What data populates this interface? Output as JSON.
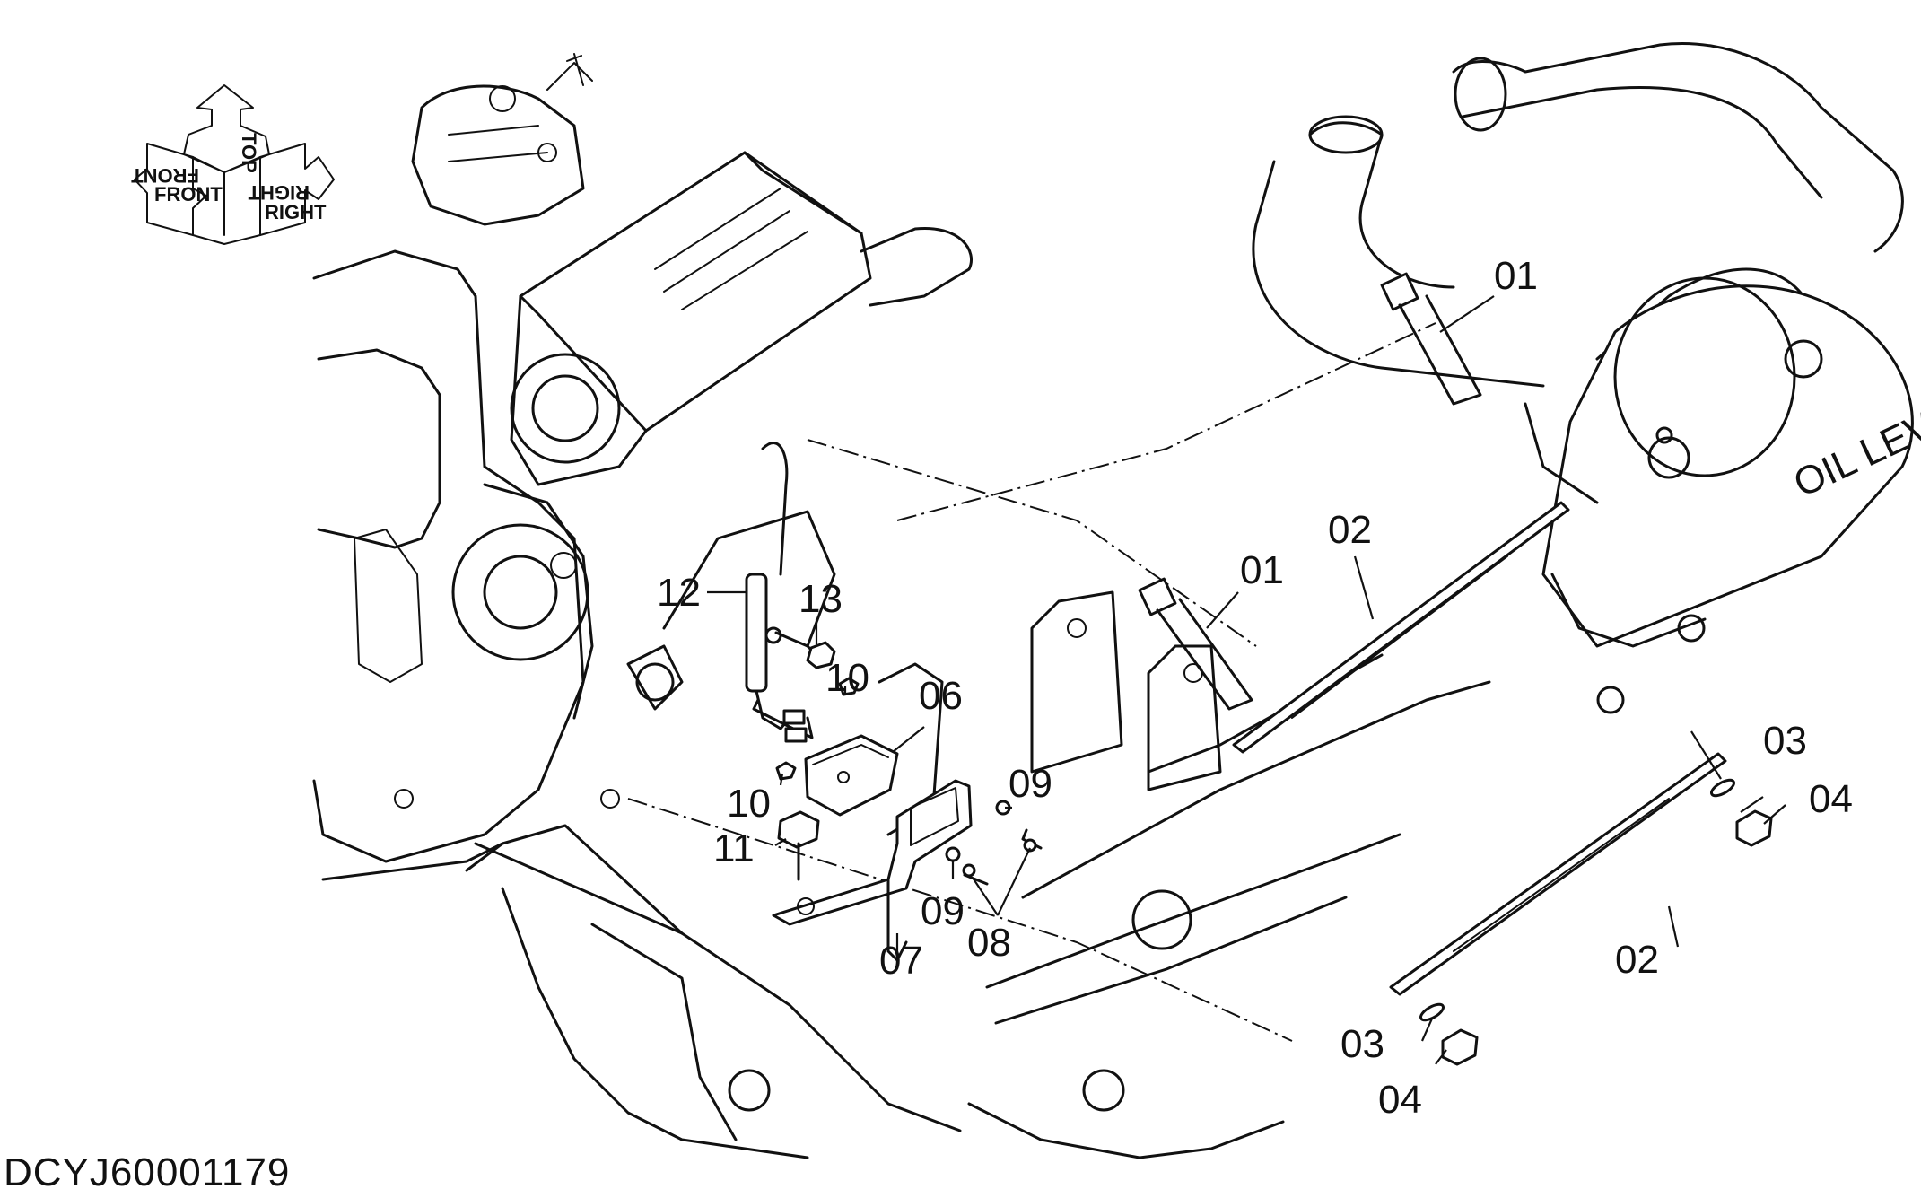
{
  "figure_code": "DCYJ60001179",
  "orientation_icon": {
    "front": "FRONT",
    "top": "TOP",
    "right": "RIGHT"
  },
  "callouts": {
    "p01a": "01",
    "p01b": "01",
    "p02a": "02",
    "p02b": "02",
    "p03a": "03",
    "p03b": "03",
    "p04a": "04",
    "p04b": "04",
    "p06": "06",
    "p07": "07",
    "p08": "08",
    "p09a": "09",
    "p09b": "09",
    "p10a": "10",
    "p10b": "10",
    "p11": "11",
    "p12": "12",
    "p13": "13"
  },
  "decal_text": "OIL LEVEL"
}
